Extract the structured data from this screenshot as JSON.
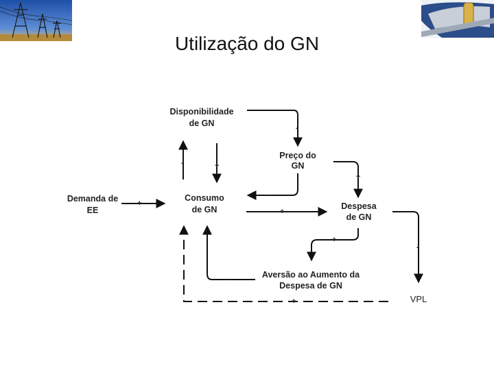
{
  "slide": {
    "title": "Utilização do GN",
    "corner_images": [
      "power-lines-photo",
      "gas-pipeline-photo"
    ]
  },
  "diagram": {
    "nodes": {
      "disponibilidade": [
        "Disponibilidade",
        "de GN"
      ],
      "preco": [
        "Preço do",
        "GN"
      ],
      "demanda": [
        "Demanda de",
        "EE"
      ],
      "consumo": [
        "Consumo",
        "de GN"
      ],
      "despesa": [
        "Despesa",
        "de GN"
      ],
      "aversao": [
        "Aversão ao Aumento da",
        "Despesa de GN"
      ],
      "vpl": "VPL"
    },
    "links": [
      {
        "from": "disponibilidade",
        "to": "preco",
        "polarity": "-"
      },
      {
        "from": "consumo",
        "to": "disponibilidade",
        "polarity": "-"
      },
      {
        "from": "disponibilidade",
        "to": "consumo",
        "polarity": "+"
      },
      {
        "from": "preco",
        "to": "despesa",
        "polarity": "+"
      },
      {
        "from": "preco",
        "to": "consumo",
        "polarity": "-"
      },
      {
        "from": "demanda",
        "to": "consumo",
        "polarity": "+"
      },
      {
        "from": "consumo",
        "to": "despesa",
        "polarity": "+"
      },
      {
        "from": "despesa",
        "to": "aversao",
        "polarity": "+"
      },
      {
        "from": "despesa",
        "to": "vpl",
        "polarity": "-"
      },
      {
        "from": "aversao",
        "to": "consumo",
        "polarity": "-"
      },
      {
        "from": "vpl",
        "to": "consumo",
        "polarity": "+",
        "style": "dashed"
      }
    ]
  }
}
